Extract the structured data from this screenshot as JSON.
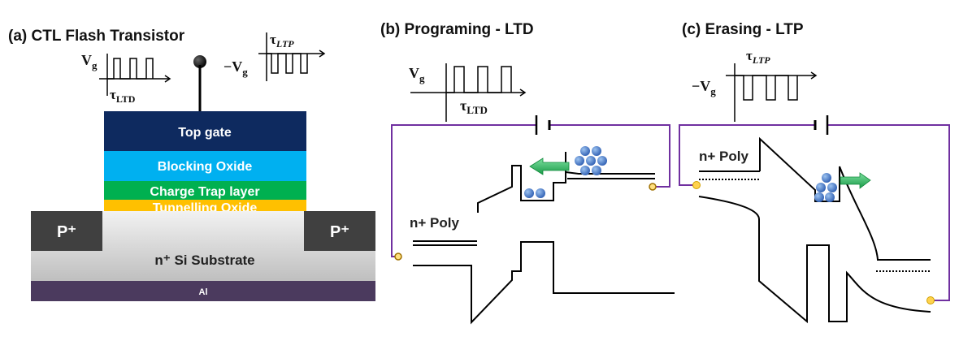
{
  "panels": {
    "a": {
      "title": "(a) CTL Flash Transistor"
    },
    "b": {
      "title": "(b) Programing - LTD"
    },
    "c": {
      "title": "(c) Erasing - LTP"
    }
  },
  "layers": {
    "top_gate": "Top gate",
    "blocking_oxide": "Blocking Oxide",
    "charge_trap": "Charge Trap layer",
    "tunnelling_oxide": "Tunnelling  Oxide",
    "substrate": "n⁺ Si Substrate",
    "contact_left": "P⁺",
    "contact_right": "P⁺",
    "metal": "Al"
  },
  "pulse_labels": {
    "vg": "V",
    "vg_sub": "g",
    "neg_vg": "−V",
    "tau": "τ",
    "ltd_sub": "LTD",
    "ltp_sub": "LTP"
  },
  "band_labels": {
    "b_poly": "n+ Poly",
    "c_poly": "n+ Poly"
  },
  "colors": {
    "top_gate": "#0e2a5f",
    "blocking_oxide": "#00b0f0",
    "charge_trap": "#00b050",
    "tunnelling_oxide": "#ffc000",
    "contact": "#404040",
    "substrate": "#d9d9d9",
    "metal": "#4b3a5e",
    "circuit": "#7030a0",
    "electron": "#4472c4",
    "arrow": "#22c55e"
  }
}
